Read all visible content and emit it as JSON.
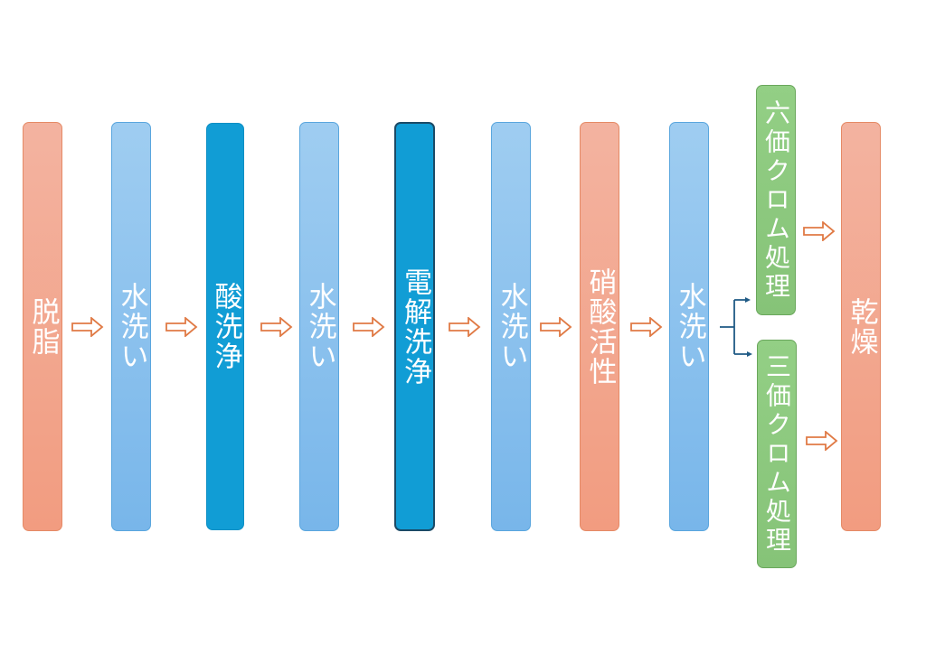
{
  "steps": [
    {
      "label": "脱脂",
      "style": "salmon"
    },
    {
      "label": "水洗い",
      "style": "light"
    },
    {
      "label": "酸洗浄",
      "style": "dark"
    },
    {
      "label": "水洗い",
      "style": "light"
    },
    {
      "label": "電解洗浄",
      "style": "dark2"
    },
    {
      "label": "水洗い",
      "style": "light"
    },
    {
      "label": "硝酸活性",
      "style": "salmon"
    },
    {
      "label": "水洗い",
      "style": "light"
    }
  ],
  "branches": {
    "upper": "六価クロム処理",
    "lower": "三価クロム処理"
  },
  "final": "乾燥",
  "colors": {
    "arrow": "#e07a45",
    "connector": "#1f5a85"
  }
}
